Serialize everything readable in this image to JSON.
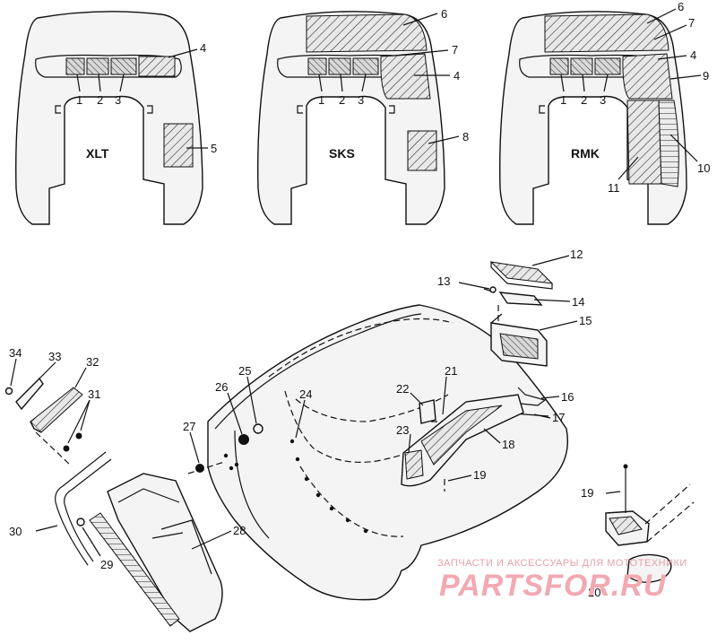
{
  "models": [
    {
      "id": "xlt",
      "label": "XLT",
      "callouts": [
        "4",
        "1",
        "2",
        "3",
        "5"
      ]
    },
    {
      "id": "sks",
      "label": "SKS",
      "callouts": [
        "6",
        "7",
        "4",
        "1",
        "2",
        "3",
        "8"
      ]
    },
    {
      "id": "rmk",
      "label": "RMK",
      "callouts": [
        "6",
        "7",
        "4",
        "9",
        "1",
        "2",
        "3",
        "10",
        "11"
      ]
    }
  ],
  "exploded_callouts": [
    "12",
    "13",
    "14",
    "15",
    "16",
    "17",
    "18",
    "19",
    "21",
    "22",
    "23",
    "24",
    "25",
    "26",
    "27",
    "28",
    "29",
    "30",
    "31",
    "32",
    "33",
    "34"
  ],
  "detail_callouts": [
    "19",
    "20"
  ],
  "watermark": {
    "caption": "ЗАПЧАСТИ И АКСЕССУАРЫ ДЛЯ МОТОТЕХНИКИ",
    "brand": "PARTSFOR.RU"
  }
}
